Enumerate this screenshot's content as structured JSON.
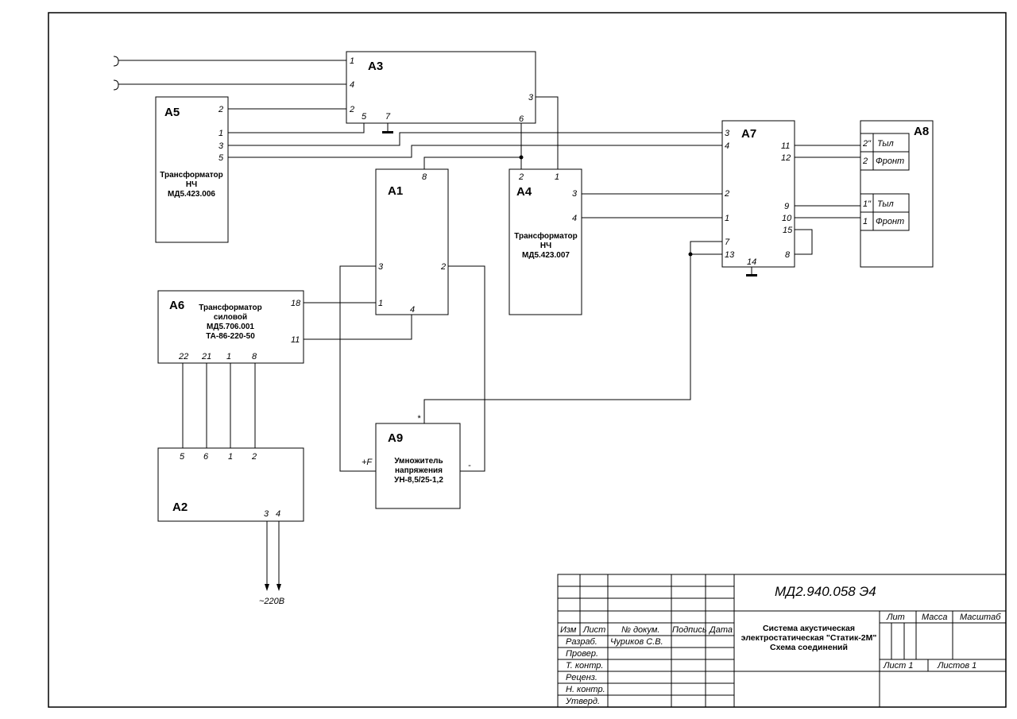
{
  "blocks": {
    "a1": {
      "label": "А1"
    },
    "a2": {
      "label": "А2"
    },
    "a3": {
      "label": "А3"
    },
    "a4": {
      "label": "А4",
      "desc": [
        "Трансформатор",
        "НЧ",
        "МД5.423.007"
      ]
    },
    "a5": {
      "label": "А5",
      "desc": [
        "Трансформатор",
        "НЧ",
        "МД5.423.006"
      ]
    },
    "a6": {
      "label": "А6",
      "desc": [
        "Трансформатор",
        "силовой",
        "МД5.706.001",
        "ТА-86-220-50"
      ]
    },
    "a7": {
      "label": "А7"
    },
    "a8": {
      "label": "А8",
      "rows": [
        {
          "pin": "2\"",
          "name": "Тыл"
        },
        {
          "pin": "2",
          "name": "Фронт"
        },
        {
          "pin": "1\"",
          "name": "Тыл"
        },
        {
          "pin": "1",
          "name": "Фронт"
        }
      ]
    },
    "a9": {
      "label": "А9",
      "desc": [
        "Умножитель",
        "напряжения",
        "УН-8,5/25-1,2"
      ]
    }
  },
  "pins": {
    "a3": [
      "1",
      "4",
      "2",
      "5",
      "7",
      "3",
      "6"
    ],
    "a5": [
      "2",
      "1",
      "3",
      "5"
    ],
    "a7": [
      "3",
      "4",
      "11",
      "12",
      "2",
      "1",
      "9",
      "10",
      "15",
      "7",
      "13",
      "8",
      "14"
    ],
    "a1": [
      "8",
      "3",
      "2",
      "1",
      "4"
    ],
    "a4": [
      "2",
      "1",
      "3",
      "4"
    ],
    "a6": [
      "18",
      "11",
      "22",
      "21",
      "1",
      "8"
    ],
    "a2": [
      "5",
      "6",
      "1",
      "2",
      "3",
      "4"
    ],
    "a9": [
      "*",
      "+F",
      "-"
    ]
  },
  "supply_label": "~220В",
  "title_block": {
    "doc_number": "МД2.940.058 Э4",
    "title": [
      "Система акустическая",
      "электростатическая \"Статик-2М\"",
      "Схема соединений"
    ],
    "headers": [
      "Изм",
      "Лист",
      "№ докум.",
      "Подпись",
      "Дата"
    ],
    "roles": [
      "Разраб.",
      "Провер.",
      "Т. контр.",
      "Реценз.",
      "Н. контр.",
      "Утверд."
    ],
    "developer": "Чуриков С.В.",
    "lit_headers": [
      "Лит",
      "Масса",
      "Масштаб"
    ],
    "sheet": "Лист 1",
    "sheets": "Листов 1"
  }
}
